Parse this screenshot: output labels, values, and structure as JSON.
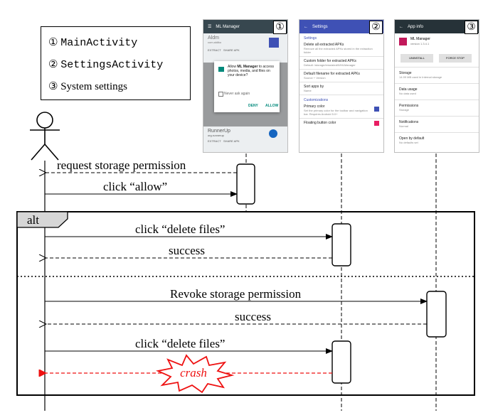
{
  "legend": {
    "items": [
      {
        "num": "①",
        "label": "MainActivity",
        "mono": true
      },
      {
        "num": "②",
        "label": "SettingsActivity",
        "mono": true
      },
      {
        "num": "③",
        "label": "System settings",
        "mono": false
      }
    ]
  },
  "screens": {
    "main": {
      "badge": "①",
      "app_title": "ML Manager",
      "bar_color": "#37474f",
      "list_items": [
        {
          "name": "Aldm",
          "sub": "com.aldiko"
        },
        {
          "name": "RunnerUp",
          "sub": "org.runnerup"
        }
      ],
      "item_actions": [
        "EXTRACT",
        "SHARE APK"
      ],
      "dialog": {
        "text_prefix": "Allow ",
        "app_name": "ML Manager",
        "text_suffix": " to access photos, media, and files on your device?",
        "checkbox_label": "Never ask again",
        "deny": "DENY",
        "allow": "ALLOW"
      }
    },
    "settings": {
      "badge": "②",
      "title": "Settings",
      "bar_color": "#3f51b5",
      "section1": "Settings",
      "items": [
        {
          "title": "Delete all extracted APKs",
          "sub": "Remove all the extracted APKs stored in the extraction folder"
        },
        {
          "title": "Custom folder for extracted APKs",
          "sub": "Default: /storage/emulated/0/MLManager"
        },
        {
          "title": "Default filename for extracted APKs",
          "sub": "Source + Version"
        },
        {
          "title": "Sort apps by",
          "sub": "Name"
        }
      ],
      "section2": "Customizations",
      "items2": [
        {
          "title": "Primary color",
          "sub": "Set the primary color for the toolbar and navigation bar. Requires Android 5.0+"
        },
        {
          "title": "Floating button color",
          "sub": ""
        }
      ]
    },
    "appinfo": {
      "badge": "③",
      "title": "App info",
      "bar_color": "#263238",
      "app_name": "ML Manager",
      "version": "version 1.3.4.1",
      "uninstall": "UNINSTALL",
      "force_stop": "FORCE STOP",
      "rows": [
        {
          "title": "Storage",
          "sub": "14.99 MB used in Internal storage"
        },
        {
          "title": "Data usage",
          "sub": "No data used"
        },
        {
          "title": "Permissions",
          "sub": "Storage"
        },
        {
          "title": "Notifications",
          "sub": "Normal"
        },
        {
          "title": "Open by default",
          "sub": "No defaults set"
        }
      ]
    }
  },
  "diagram": {
    "alt_label": "alt",
    "messages": {
      "m1": "request storage permission",
      "m2": "click “allow”",
      "m3": "click “delete files”",
      "m4": "success",
      "m5": "Revoke storage permission",
      "m6": "success",
      "m7": "click “delete files”",
      "m8": "crash"
    },
    "colors": {
      "crash": "#ee1111",
      "line": "#000000"
    }
  }
}
